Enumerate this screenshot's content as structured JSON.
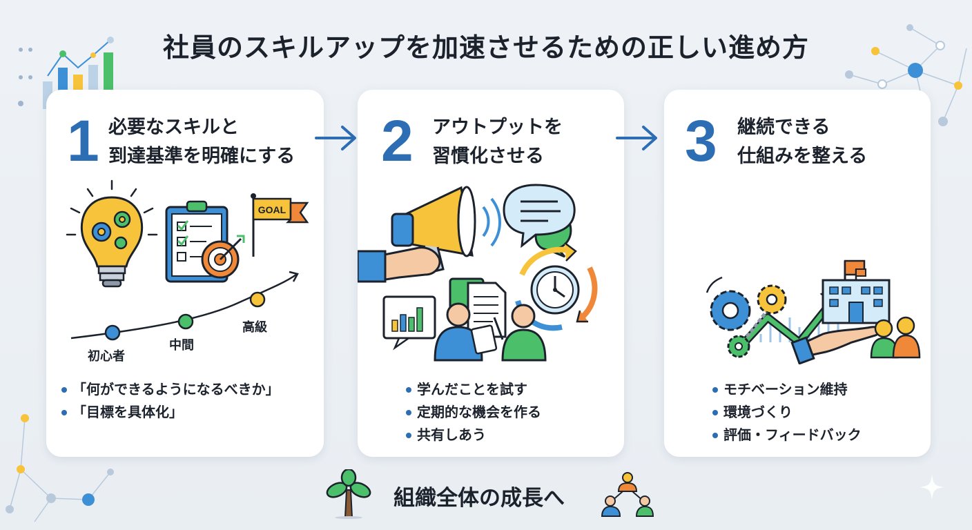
{
  "title": "社員のスキルアップを加速させるための正しい進め方",
  "steps": [
    {
      "number": "1",
      "heading_line1": "必要なスキルと",
      "heading_line2": "到達基準を明確にする",
      "goal_flag": "GOAL",
      "levels": [
        "初心者",
        "中間",
        "高級"
      ],
      "bullets": [
        "「何ができるようになるべきか」",
        "「目標を具体化」"
      ]
    },
    {
      "number": "2",
      "heading_line1": "アウトプットを",
      "heading_line2": "習慣化させる",
      "bullets": [
        "学んだことを試す",
        "定期的な機会を作る",
        "共有しあう"
      ]
    },
    {
      "number": "3",
      "heading_line1": "継続できる",
      "heading_line2": "仕組みを整える",
      "bullets": [
        "モチベーション維持",
        "環境づくり",
        "評価・フィードバック"
      ]
    }
  ],
  "footer": {
    "text": "組織全体の成長へ"
  },
  "icons": {
    "step1": [
      "lightbulb-gears-icon",
      "checklist-clipboard-icon",
      "target-icon",
      "goal-flag-icon",
      "level-progress-line"
    ],
    "step2": [
      "megaphone-icon",
      "speech-bubble-icon",
      "clock-cycle-icon",
      "chart-board-icon",
      "document-icon",
      "people-discussion-icon"
    ],
    "step3": [
      "growth-arrow-icon",
      "gears-chain-icon",
      "building-icon",
      "helping-hand-people-icon"
    ],
    "footer": [
      "tree-sprout-icon",
      "team-network-icon"
    ]
  },
  "colors": {
    "accent_blue": "#2c6db3",
    "green": "#4caf67",
    "orange": "#f0883a",
    "yellow": "#f6c33b",
    "dark": "#1c222c"
  }
}
